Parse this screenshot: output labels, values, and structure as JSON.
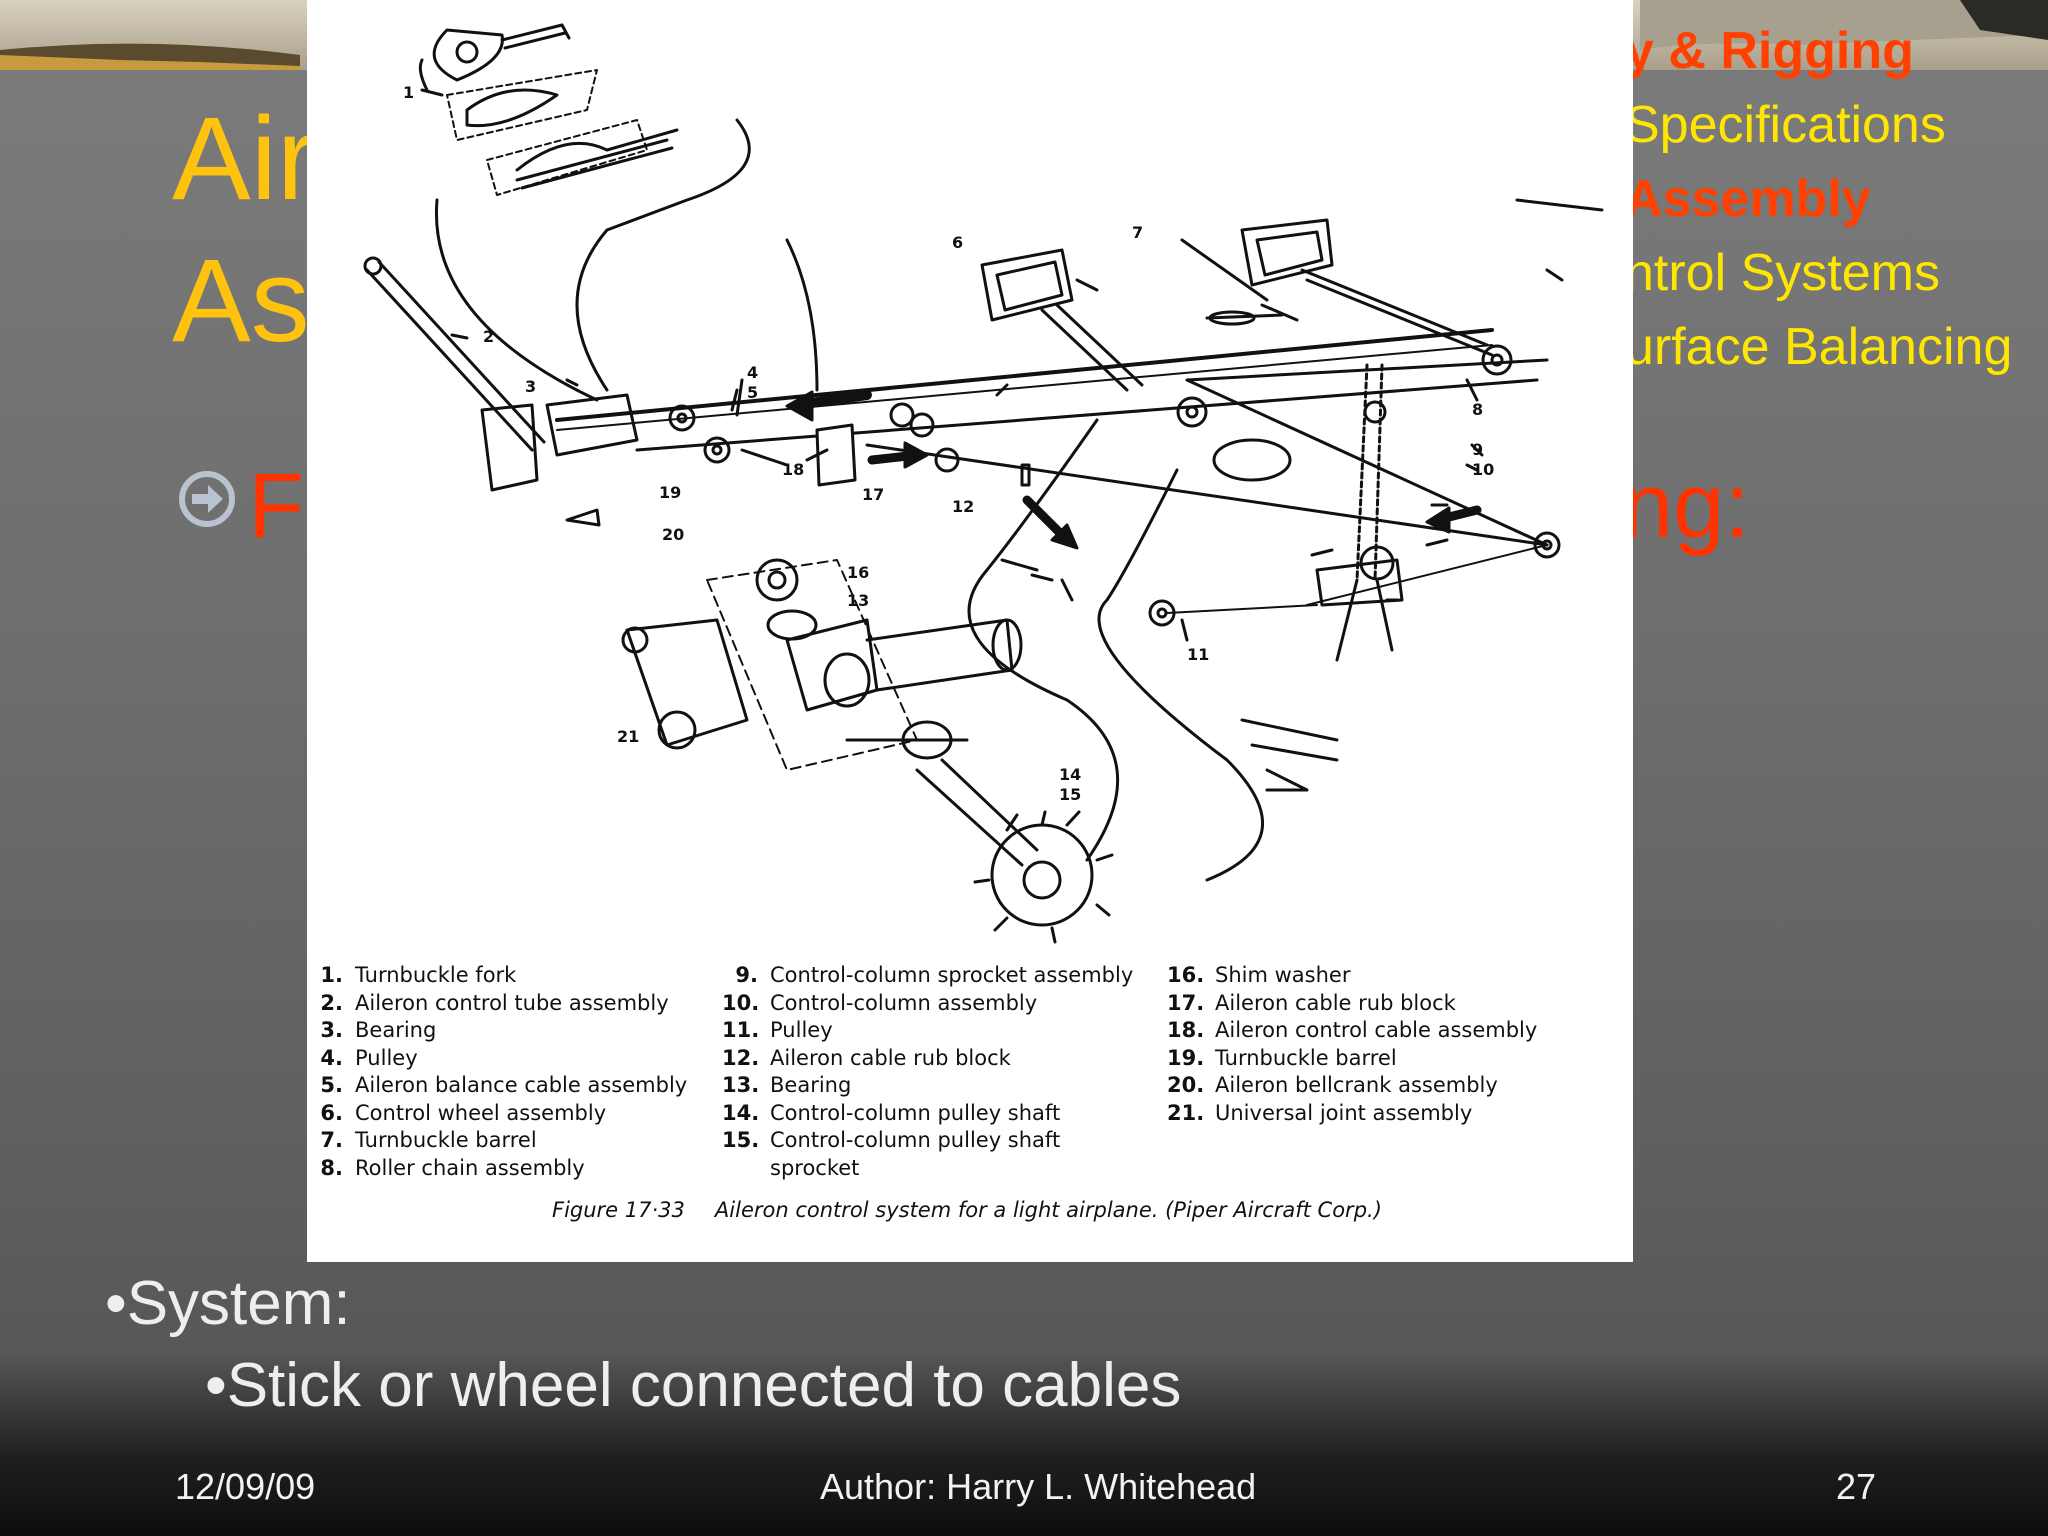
{
  "slide": {
    "title_line1": "Air",
    "title_line2": "As",
    "toc": [
      {
        "label": "y & Rigging",
        "active": true
      },
      {
        "label": "Specifications",
        "active": false
      },
      {
        "label": "Assembly",
        "active": true
      },
      {
        "label": "ntrol Systems",
        "active": false
      },
      {
        "label": "urface Balancing",
        "active": false
      }
    ],
    "subheading_left": "F",
    "subheading_right": "ng:",
    "body": {
      "line1": "•System:",
      "line2": "•Stick or wheel connected to cables"
    }
  },
  "figure": {
    "callouts": [
      "1",
      "2",
      "3",
      "4",
      "5",
      "6",
      "7",
      "8",
      "9",
      "10",
      "11",
      "12",
      "13",
      "14",
      "15",
      "16",
      "17",
      "18",
      "19",
      "20",
      "21"
    ],
    "legend_col1": [
      {
        "num": "1.",
        "text": "Turnbuckle fork"
      },
      {
        "num": "2.",
        "text": "Aileron control tube assembly"
      },
      {
        "num": "3.",
        "text": "Bearing"
      },
      {
        "num": "4.",
        "text": "Pulley"
      },
      {
        "num": "5.",
        "text": "Aileron balance cable assembly"
      },
      {
        "num": "6.",
        "text": "Control wheel assembly"
      },
      {
        "num": "7.",
        "text": "Turnbuckle barrel"
      },
      {
        "num": "8.",
        "text": "Roller chain assembly"
      }
    ],
    "legend_col2": [
      {
        "num": "9.",
        "text": "Control-column sprocket assembly"
      },
      {
        "num": "10.",
        "text": "Control-column assembly"
      },
      {
        "num": "11.",
        "text": "Pulley"
      },
      {
        "num": "12.",
        "text": "Aileron cable rub block"
      },
      {
        "num": "13.",
        "text": "Bearing"
      },
      {
        "num": "14.",
        "text": "Control-column pulley shaft"
      },
      {
        "num": "15.",
        "text": "Control-column pulley shaft"
      }
    ],
    "legend_col2_cont": "sprocket",
    "legend_col3": [
      {
        "num": "16.",
        "text": "Shim washer"
      },
      {
        "num": "17.",
        "text": "Aileron cable rub block"
      },
      {
        "num": "18.",
        "text": "Aileron control cable assembly"
      },
      {
        "num": "19.",
        "text": "Turnbuckle barrel"
      },
      {
        "num": "20.",
        "text": "Aileron bellcrank assembly"
      },
      {
        "num": "21.",
        "text": "Universal joint assembly"
      }
    ],
    "caption_fig": "Figure 17·33",
    "caption_text": "Aileron control system for a light airplane. (Piper Aircraft Corp.)"
  },
  "footer": {
    "date": "12/09/09",
    "author": "Author:  Harry L. Whitehead",
    "page": "27"
  },
  "colors": {
    "title": "#ffc20e",
    "toc_active": "#ff4000",
    "toc_normal": "#ffe600",
    "subheading": "#ff3300",
    "body_text": "#eeeeee"
  }
}
